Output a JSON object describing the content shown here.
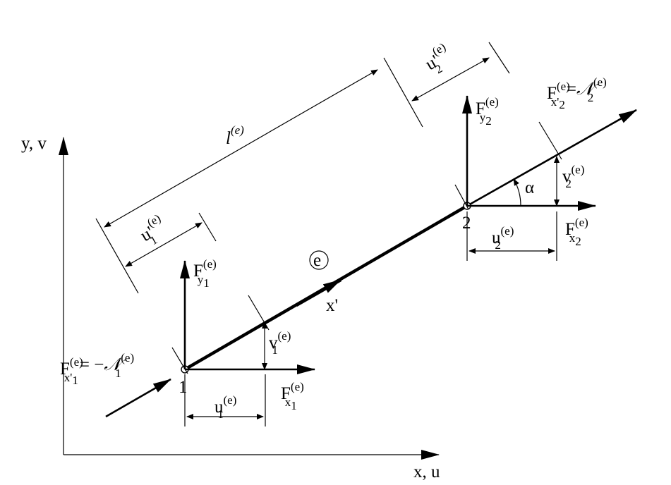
{
  "axes": {
    "y_label": "y, v",
    "x_label": "x, u"
  },
  "element": {
    "tag": "e",
    "local_axis": "x'",
    "length": {
      "main": "l",
      "sup": "(e)"
    }
  },
  "nodes": {
    "node1": "1",
    "node2": "2"
  },
  "angle": "α",
  "node1_labels": {
    "Fy": {
      "main": "F",
      "sub": "y",
      "subsub": "1",
      "sup": "(e)"
    },
    "Fx": {
      "main": "F",
      "sub": "x",
      "subsub": "1",
      "sup": "(e)"
    },
    "u": {
      "main": "u",
      "sub": "1",
      "sup": "(e)"
    },
    "v": {
      "main": "v",
      "sub": "1",
      "sup": "(e)"
    },
    "u_local": {
      "main": "u'",
      "sub": "1",
      "sup": "(e)"
    },
    "axial": {
      "lhs_main": "F",
      "lhs_sub": "x'",
      "lhs_subsub": "1",
      "lhs_sup": "(e)",
      "eq": "= −",
      "rhs_main": "𝒩",
      "rhs_sub": "1",
      "rhs_sup": "(e)"
    }
  },
  "node2_labels": {
    "Fy": {
      "main": "F",
      "sub": "y",
      "subsub": "2",
      "sup": "(e)"
    },
    "Fx": {
      "main": "F",
      "sub": "x",
      "subsub": "2",
      "sup": "(e)"
    },
    "u": {
      "main": "u",
      "sub": "2",
      "sup": "(e)"
    },
    "v": {
      "main": "v",
      "sub": "2",
      "sup": "(e)"
    },
    "u_local": {
      "main": "u'",
      "sub": "2",
      "sup": "(e)"
    },
    "axial": {
      "lhs_main": "F",
      "lhs_sub": "x'",
      "lhs_subsub": "2",
      "lhs_sup": "(e)",
      "eq": "=",
      "rhs_main": "𝒩",
      "rhs_sub": "2",
      "rhs_sup": "(e)"
    }
  }
}
